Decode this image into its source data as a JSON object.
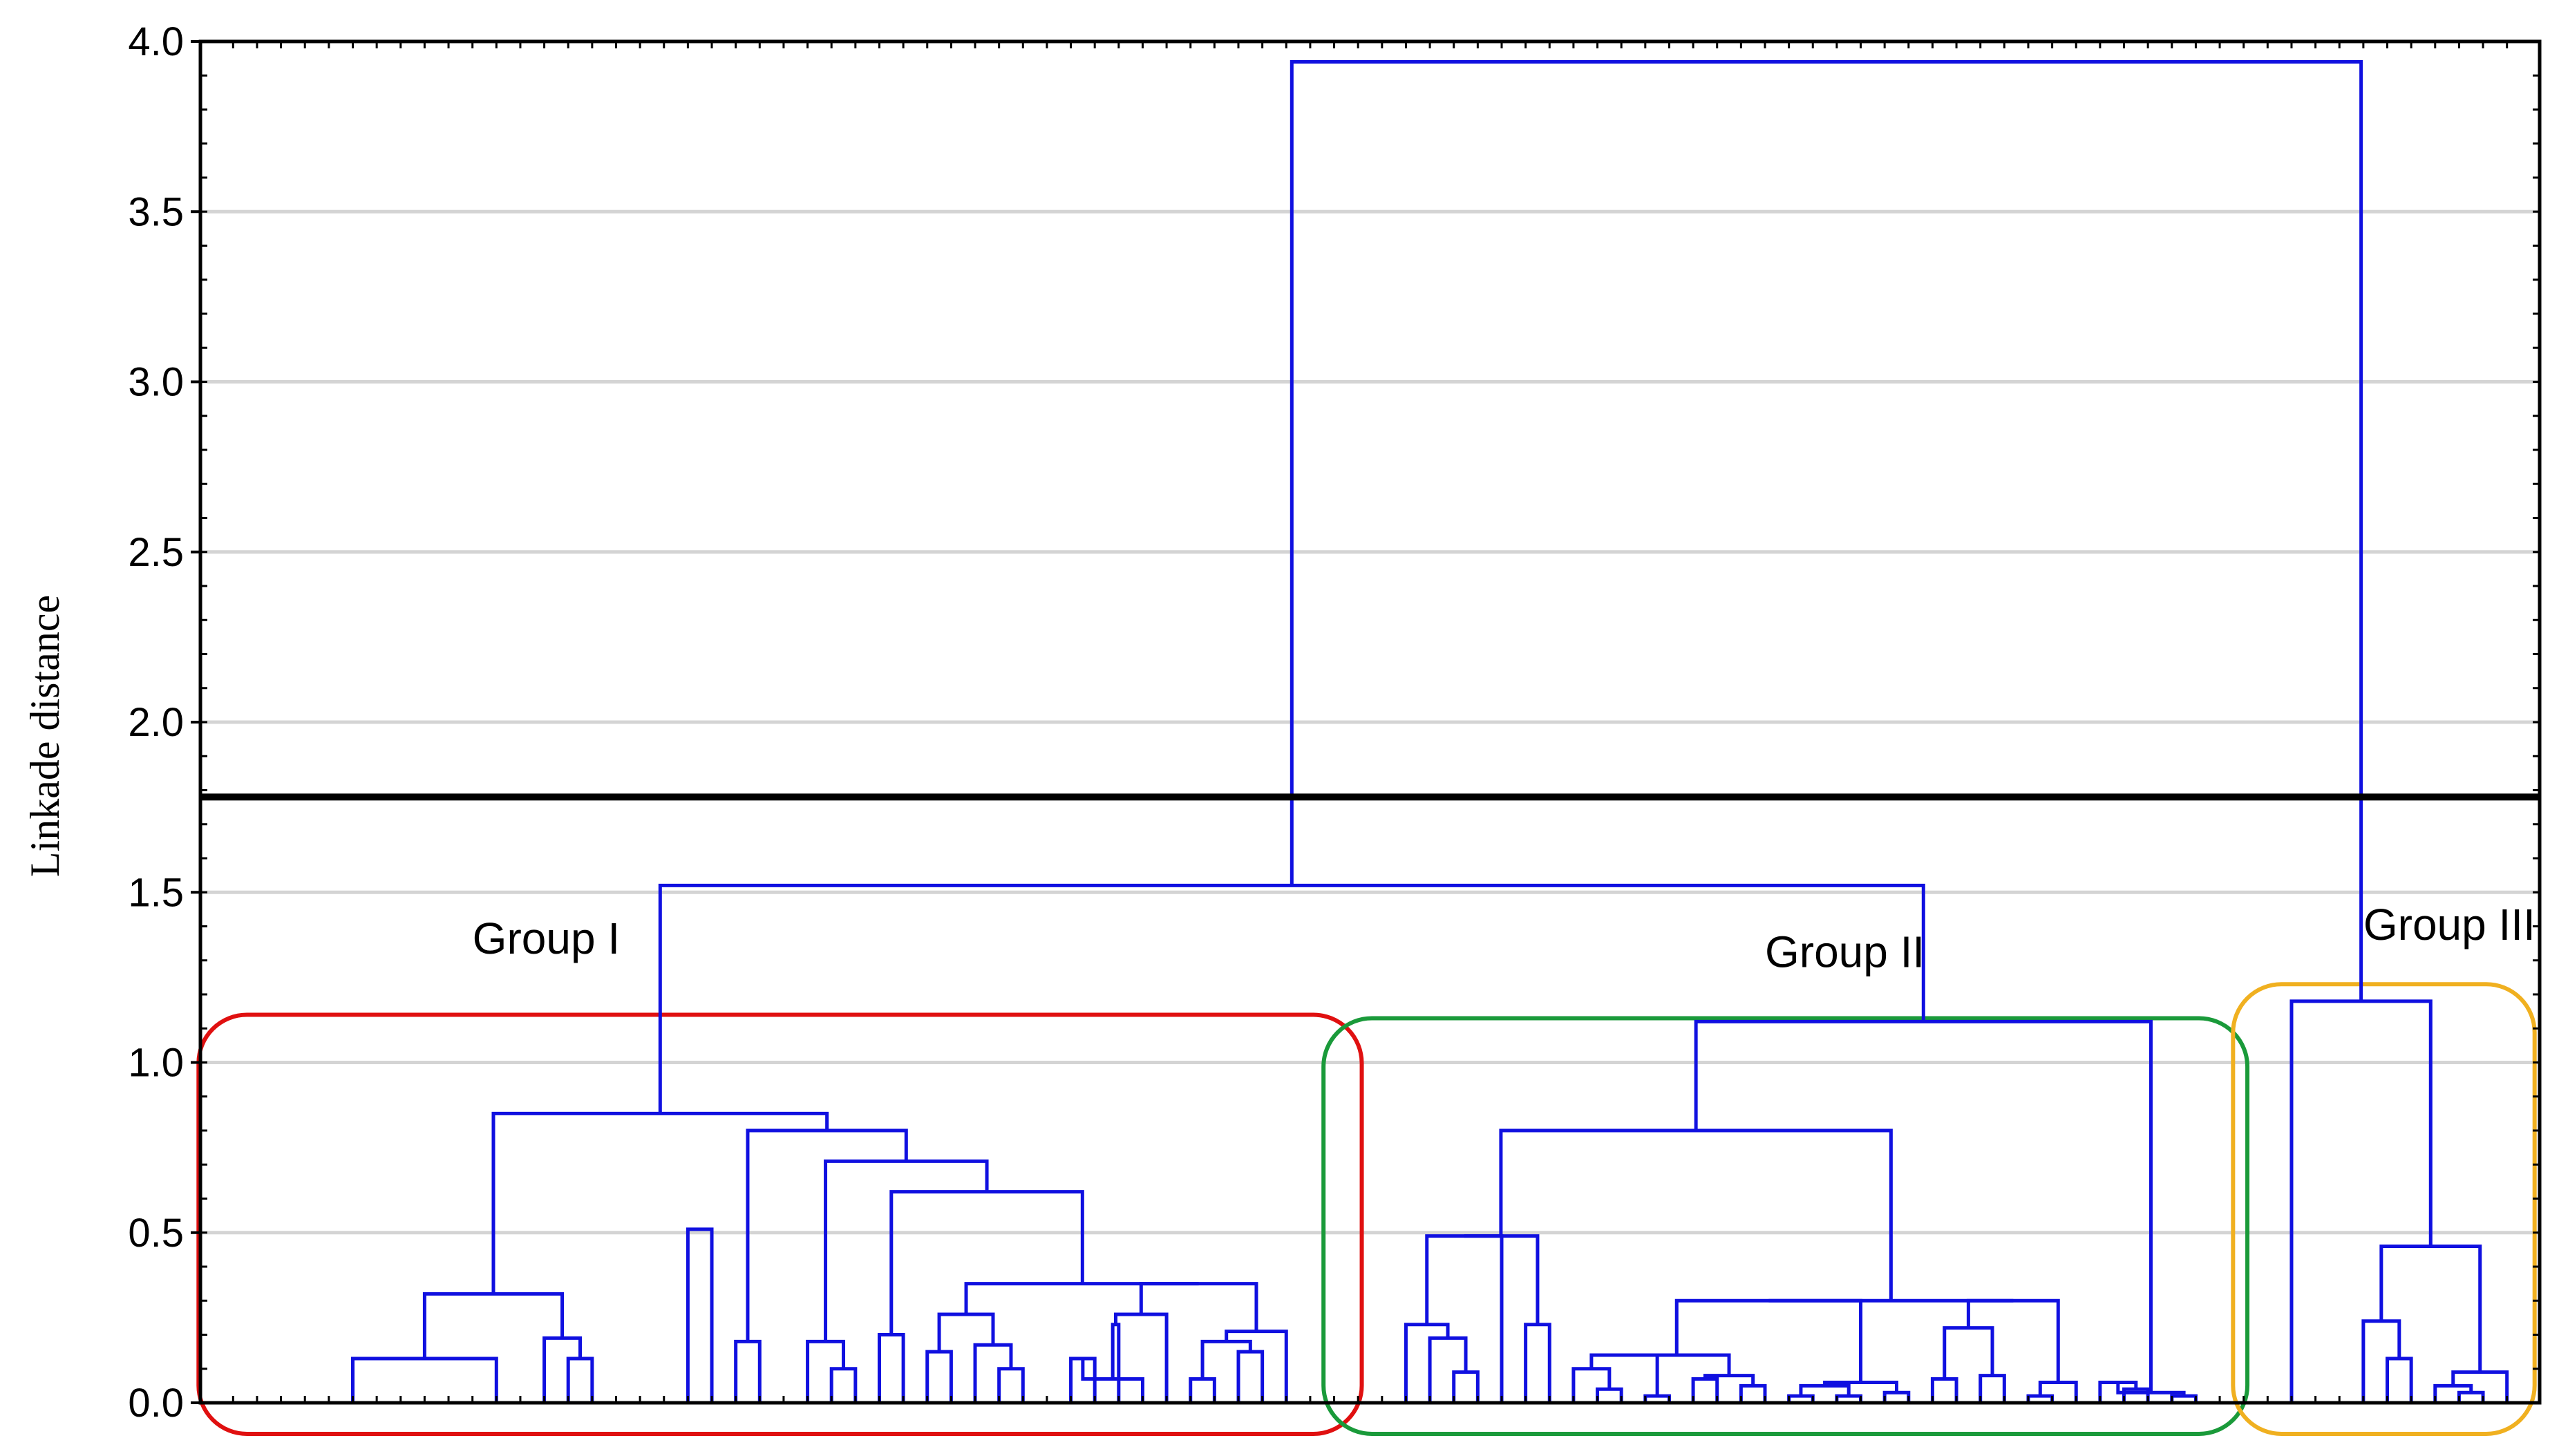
{
  "chart_data": {
    "type": "dendrogram",
    "title": "",
    "xlabel": "",
    "ylabel": "Linkade distance",
    "ylim": [
      0,
      4.0
    ],
    "yticks": [
      "0.0",
      "0.5",
      "1.0",
      "1.5",
      "2.0",
      "2.5",
      "3.0",
      "3.5",
      "4.0"
    ],
    "grid": true,
    "line_color": "#1010e0",
    "cut_line": {
      "distance": 1.78,
      "color": "#000000"
    },
    "root": {
      "distance": 3.94
    },
    "groups": [
      {
        "label": "Group I",
        "color": "#e01010",
        "merge_distance": 1.52
      },
      {
        "label": "Group II",
        "color": "#1a9a3a",
        "merge_distance": 1.12
      },
      {
        "label": "Group III",
        "color": "#f0b020",
        "merge_distance": 1.18
      }
    ],
    "links": [
      {
        "l": 5,
        "r": 11,
        "d": 0.13
      },
      {
        "l": 14,
        "r": 15,
        "d": 0.13
      },
      {
        "l": 13,
        "r": "L2",
        "d": 0.19
      },
      {
        "l": "L1",
        "r": "L3",
        "d": 0.32
      },
      {
        "l": 19,
        "r": 20,
        "d": 0.51
      },
      {
        "l": 21,
        "r": 22,
        "d": 0.18
      },
      {
        "l": 25,
        "r": 26,
        "d": 0.1
      },
      {
        "l": 24,
        "r": "L7",
        "d": 0.18
      },
      {
        "l": 27,
        "r": 28,
        "d": 0.2
      },
      {
        "l": 29,
        "r": 30,
        "d": 0.15
      },
      {
        "l": 32,
        "r": 33,
        "d": 0.1
      },
      {
        "l": 31,
        "r": "L11",
        "d": 0.17
      },
      {
        "l": "L10",
        "r": "L12",
        "d": 0.26
      },
      {
        "l": 35,
        "r": 36,
        "d": 0.13
      },
      {
        "l": "L14",
        "r": 38,
        "d": 0.07
      },
      {
        "l": 37,
        "r": "L15",
        "d": 0.23
      },
      {
        "l": "L16",
        "r": 39,
        "d": 0.26
      },
      {
        "l": 40,
        "r": 41,
        "d": 0.07
      },
      {
        "l": 42,
        "r": 43,
        "d": 0.15
      },
      {
        "l": "L18",
        "r": "L19",
        "d": 0.18
      },
      {
        "l": 44,
        "r": "L20",
        "d": 0.21
      },
      {
        "l": "L17",
        "r": "L21",
        "d": 0.35
      },
      {
        "l": "L13",
        "r": "L22",
        "d": 0.35
      },
      {
        "l": "L9",
        "r": "L23",
        "d": 0.62
      },
      {
        "l": "L8",
        "r": "L24",
        "d": 0.71
      },
      {
        "l": "L6",
        "r": "L25",
        "d": 0.8
      },
      {
        "l": "L4",
        "r": "L26",
        "d": 0.85
      },
      {
        "l": 51,
        "r": 52,
        "d": 0.09
      },
      {
        "l": 50,
        "r": "L28",
        "d": 0.19
      },
      {
        "l": 49,
        "r": "L29",
        "d": 0.23
      },
      {
        "l": "L30",
        "r": 53,
        "d": 0.49
      },
      {
        "l": 54,
        "r": 55,
        "d": 0.23
      },
      {
        "l": "L31",
        "r": "L32",
        "d": 0.49
      },
      {
        "l": 57,
        "r": 58,
        "d": 0.04
      },
      {
        "l": 56,
        "r": "L34",
        "d": 0.1
      },
      {
        "l": 59,
        "r": 60,
        "d": 0.02
      },
      {
        "l": "L35",
        "r": "L36",
        "d": 0.14
      },
      {
        "l": 61,
        "r": 62,
        "d": 0.07
      },
      {
        "l": 63,
        "r": 64,
        "d": 0.05
      },
      {
        "l": "L38",
        "r": "L39",
        "d": 0.08
      },
      {
        "l": "L37",
        "r": "L40",
        "d": 0.14
      },
      {
        "l": 65,
        "r": 66,
        "d": 0.02
      },
      {
        "l": 67,
        "r": 68,
        "d": 0.02
      },
      {
        "l": "L42",
        "r": "L43",
        "d": 0.05
      },
      {
        "l": 69,
        "r": 70,
        "d": 0.03
      },
      {
        "l": "L44",
        "r": "L45",
        "d": 0.06
      },
      {
        "l": "L41",
        "r": "L46",
        "d": 0.3
      },
      {
        "l": 71,
        "r": 72,
        "d": 0.07
      },
      {
        "l": 73,
        "r": 74,
        "d": 0.08
      },
      {
        "l": "L48",
        "r": "L49",
        "d": 0.22
      },
      {
        "l": 75,
        "r": 76,
        "d": 0.02
      },
      {
        "l": "L51",
        "r": 77,
        "d": 0.06
      },
      {
        "l": "L50",
        "r": "L52",
        "d": 0.3
      },
      {
        "l": "L47",
        "r": "L53",
        "d": 0.3
      },
      {
        "l": "L33",
        "r": "L54",
        "d": 0.8
      },
      {
        "l": 79,
        "r": 80,
        "d": 0.04
      },
      {
        "l": 78,
        "r": "L56",
        "d": 0.06
      },
      {
        "l": 81,
        "r": 82,
        "d": 0.02
      },
      {
        "l": "L57",
        "r": "L58",
        "d": 0.03
      },
      {
        "l": "L55",
        "r": "L59",
        "d": 1.12
      },
      {
        "l": "L27",
        "r": "L60",
        "d": 1.52
      },
      {
        "l": 90,
        "r": 91,
        "d": 0.13
      },
      {
        "l": 89,
        "r": "L62",
        "d": 0.24
      },
      {
        "l": 93,
        "r": 94,
        "d": 0.03
      },
      {
        "l": 92,
        "r": "L64",
        "d": 0.05
      },
      {
        "l": "L65",
        "r": 95,
        "d": 0.09
      },
      {
        "l": "L63",
        "r": "L66",
        "d": 0.46
      },
      {
        "l": 86,
        "r": "L67",
        "d": 1.18
      },
      {
        "l": "L61",
        "r": "L68",
        "d": 3.94
      }
    ]
  },
  "x_leaves": 96
}
